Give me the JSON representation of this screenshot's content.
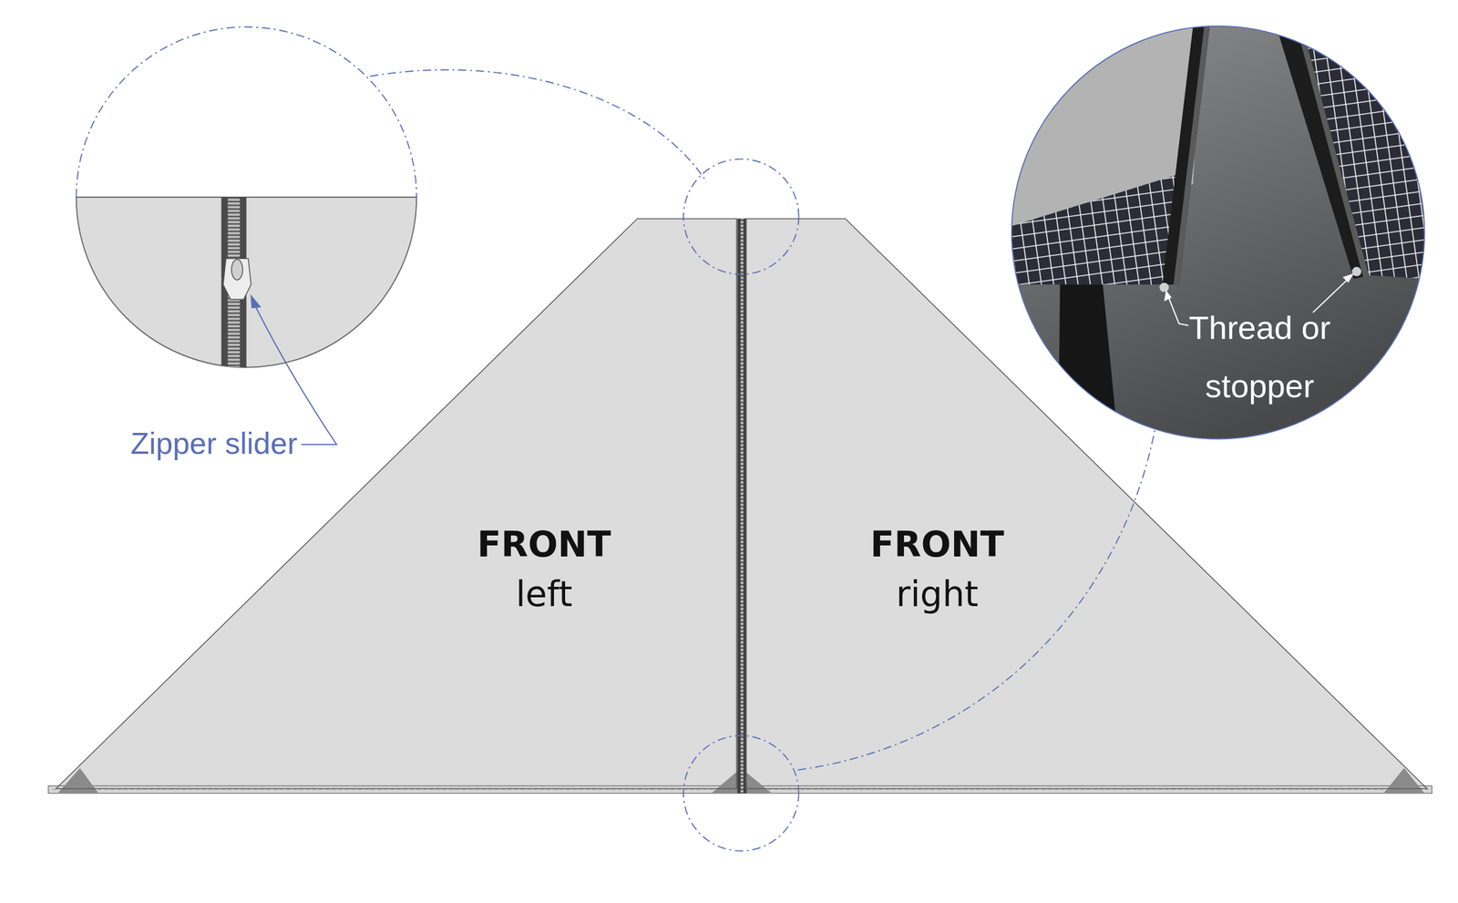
{
  "diagram": {
    "nodes": [
      {
        "text": [
          "FRONT",
          "left"
        ]
      },
      {
        "text": [
          "FRONT",
          "right"
        ]
      }
    ],
    "labels": [
      "Zipper slider",
      "Thread or stopper"
    ]
  }
}
